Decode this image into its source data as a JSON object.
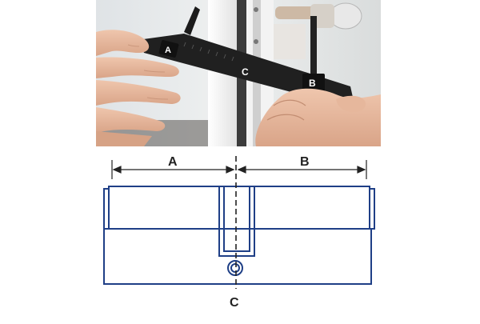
{
  "photo": {
    "label_a": "A",
    "label_b": "B",
    "label_c": "C"
  },
  "diagram": {
    "label_a": "A",
    "label_b": "B",
    "label_c": "C",
    "line_color": "#1f3f86",
    "dim_color": "#222222"
  }
}
